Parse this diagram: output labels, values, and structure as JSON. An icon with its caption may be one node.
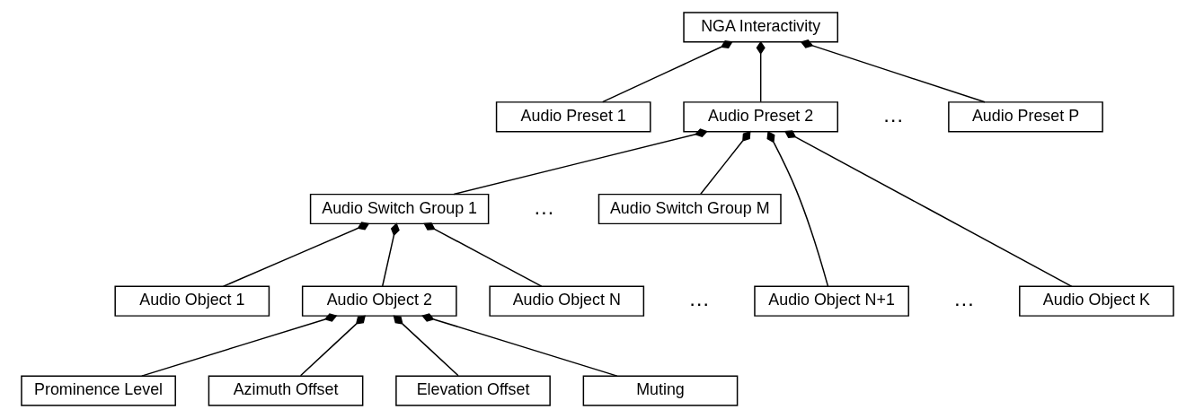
{
  "diagram": {
    "nodes": [
      {
        "text": [
          "NGA Interactivity"
        ]
      },
      {
        "text": [
          "Audio Preset 1"
        ]
      },
      {
        "text": [
          "Audio Preset 2"
        ]
      },
      {
        "text": [
          "Audio Preset P"
        ]
      },
      {
        "text": [
          "Audio Switch Group 1"
        ]
      },
      {
        "text": [
          "Audio Switch Group M"
        ]
      },
      {
        "text": [
          "Audio Object 1"
        ]
      },
      {
        "text": [
          "Audio Object 2"
        ]
      },
      {
        "text": [
          "Audio Object N"
        ]
      },
      {
        "text": [
          "Audio Object N+1"
        ]
      },
      {
        "text": [
          "Audio Object K"
        ]
      },
      {
        "text": [
          "Prominence Level"
        ]
      },
      {
        "text": [
          "Azimuth Offset"
        ]
      },
      {
        "text": [
          "Elevation Offset"
        ]
      },
      {
        "text": [
          "Muting"
        ]
      }
    ],
    "edges": [
      {
        "from": 0,
        "to": 1,
        "arrow": "other"
      },
      {
        "from": 0,
        "to": 2,
        "arrow": "other"
      },
      {
        "from": 0,
        "to": 3,
        "arrow": "other"
      },
      {
        "from": 2,
        "to": 4,
        "arrow": "other"
      },
      {
        "from": 2,
        "to": 5,
        "arrow": "other"
      },
      {
        "from": 2,
        "to": 9,
        "arrow": "other"
      },
      {
        "from": 2,
        "to": 10,
        "arrow": "other"
      },
      {
        "from": 4,
        "to": 6,
        "arrow": "other"
      },
      {
        "from": 4,
        "to": 7,
        "arrow": "other"
      },
      {
        "from": 4,
        "to": 8,
        "arrow": "other"
      },
      {
        "from": 7,
        "to": 11,
        "arrow": "other"
      },
      {
        "from": 7,
        "to": 12,
        "arrow": "other"
      },
      {
        "from": 7,
        "to": 13,
        "arrow": "other"
      },
      {
        "from": 7,
        "to": 14,
        "arrow": "other"
      }
    ],
    "labels": [
      "…",
      "…",
      "…",
      "…"
    ]
  }
}
